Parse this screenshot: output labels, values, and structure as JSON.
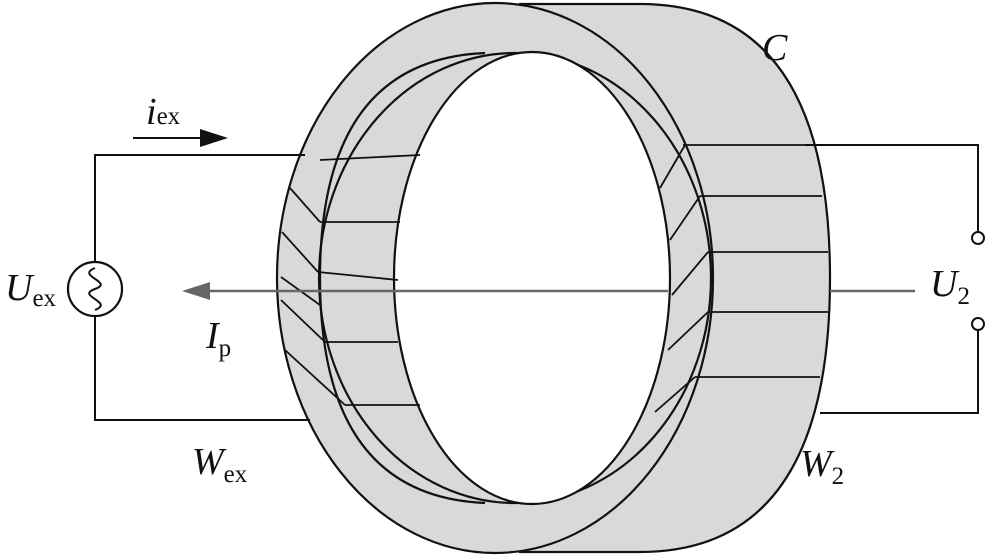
{
  "labels": {
    "core": "C",
    "excitation_current": {
      "main": "i",
      "sub": "ex"
    },
    "excitation_voltage": {
      "main": "U",
      "sub": "ex"
    },
    "primary_current": {
      "main": "I",
      "sub": "p"
    },
    "excitation_winding": {
      "main": "W",
      "sub": "ex"
    },
    "secondary_voltage": {
      "main": "U",
      "sub": "2"
    },
    "secondary_winding": {
      "main": "W",
      "sub": "2"
    }
  },
  "colors": {
    "core_fill": "#d9d9d9",
    "line": "#111111",
    "primary_conductor": "#666666"
  },
  "icons": {
    "source": "ac-source-icon",
    "terminals": "terminal-circle-icon"
  }
}
